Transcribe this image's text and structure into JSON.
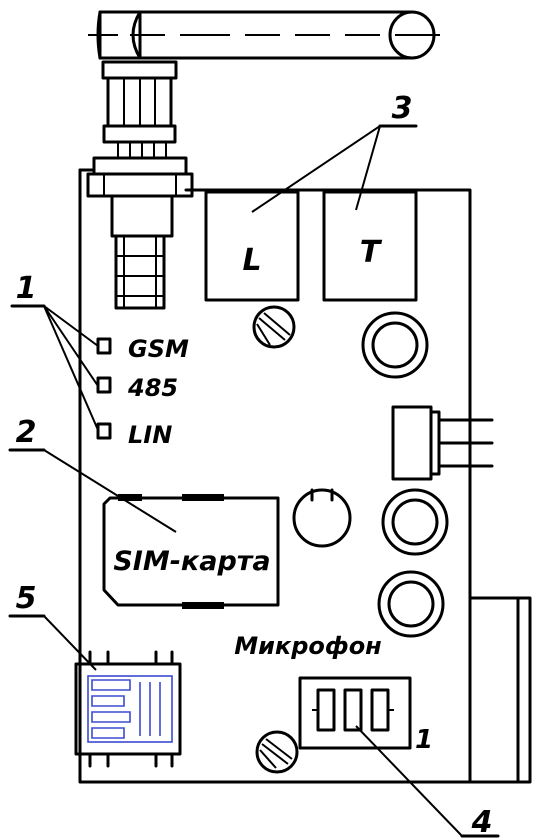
{
  "callouts": {
    "c1": "1",
    "c2": "2",
    "c3": "3",
    "c4": "4",
    "c5": "5"
  },
  "leds": [
    "GSM",
    "485",
    "LIN"
  ],
  "relays": {
    "left": "L",
    "right": "T"
  },
  "sim_label": "SIM-карта",
  "mic_label": "Микрофон",
  "mic_pin": "1",
  "colors": {
    "ink": "#000000",
    "usb_blue": "#3b4bd0"
  }
}
